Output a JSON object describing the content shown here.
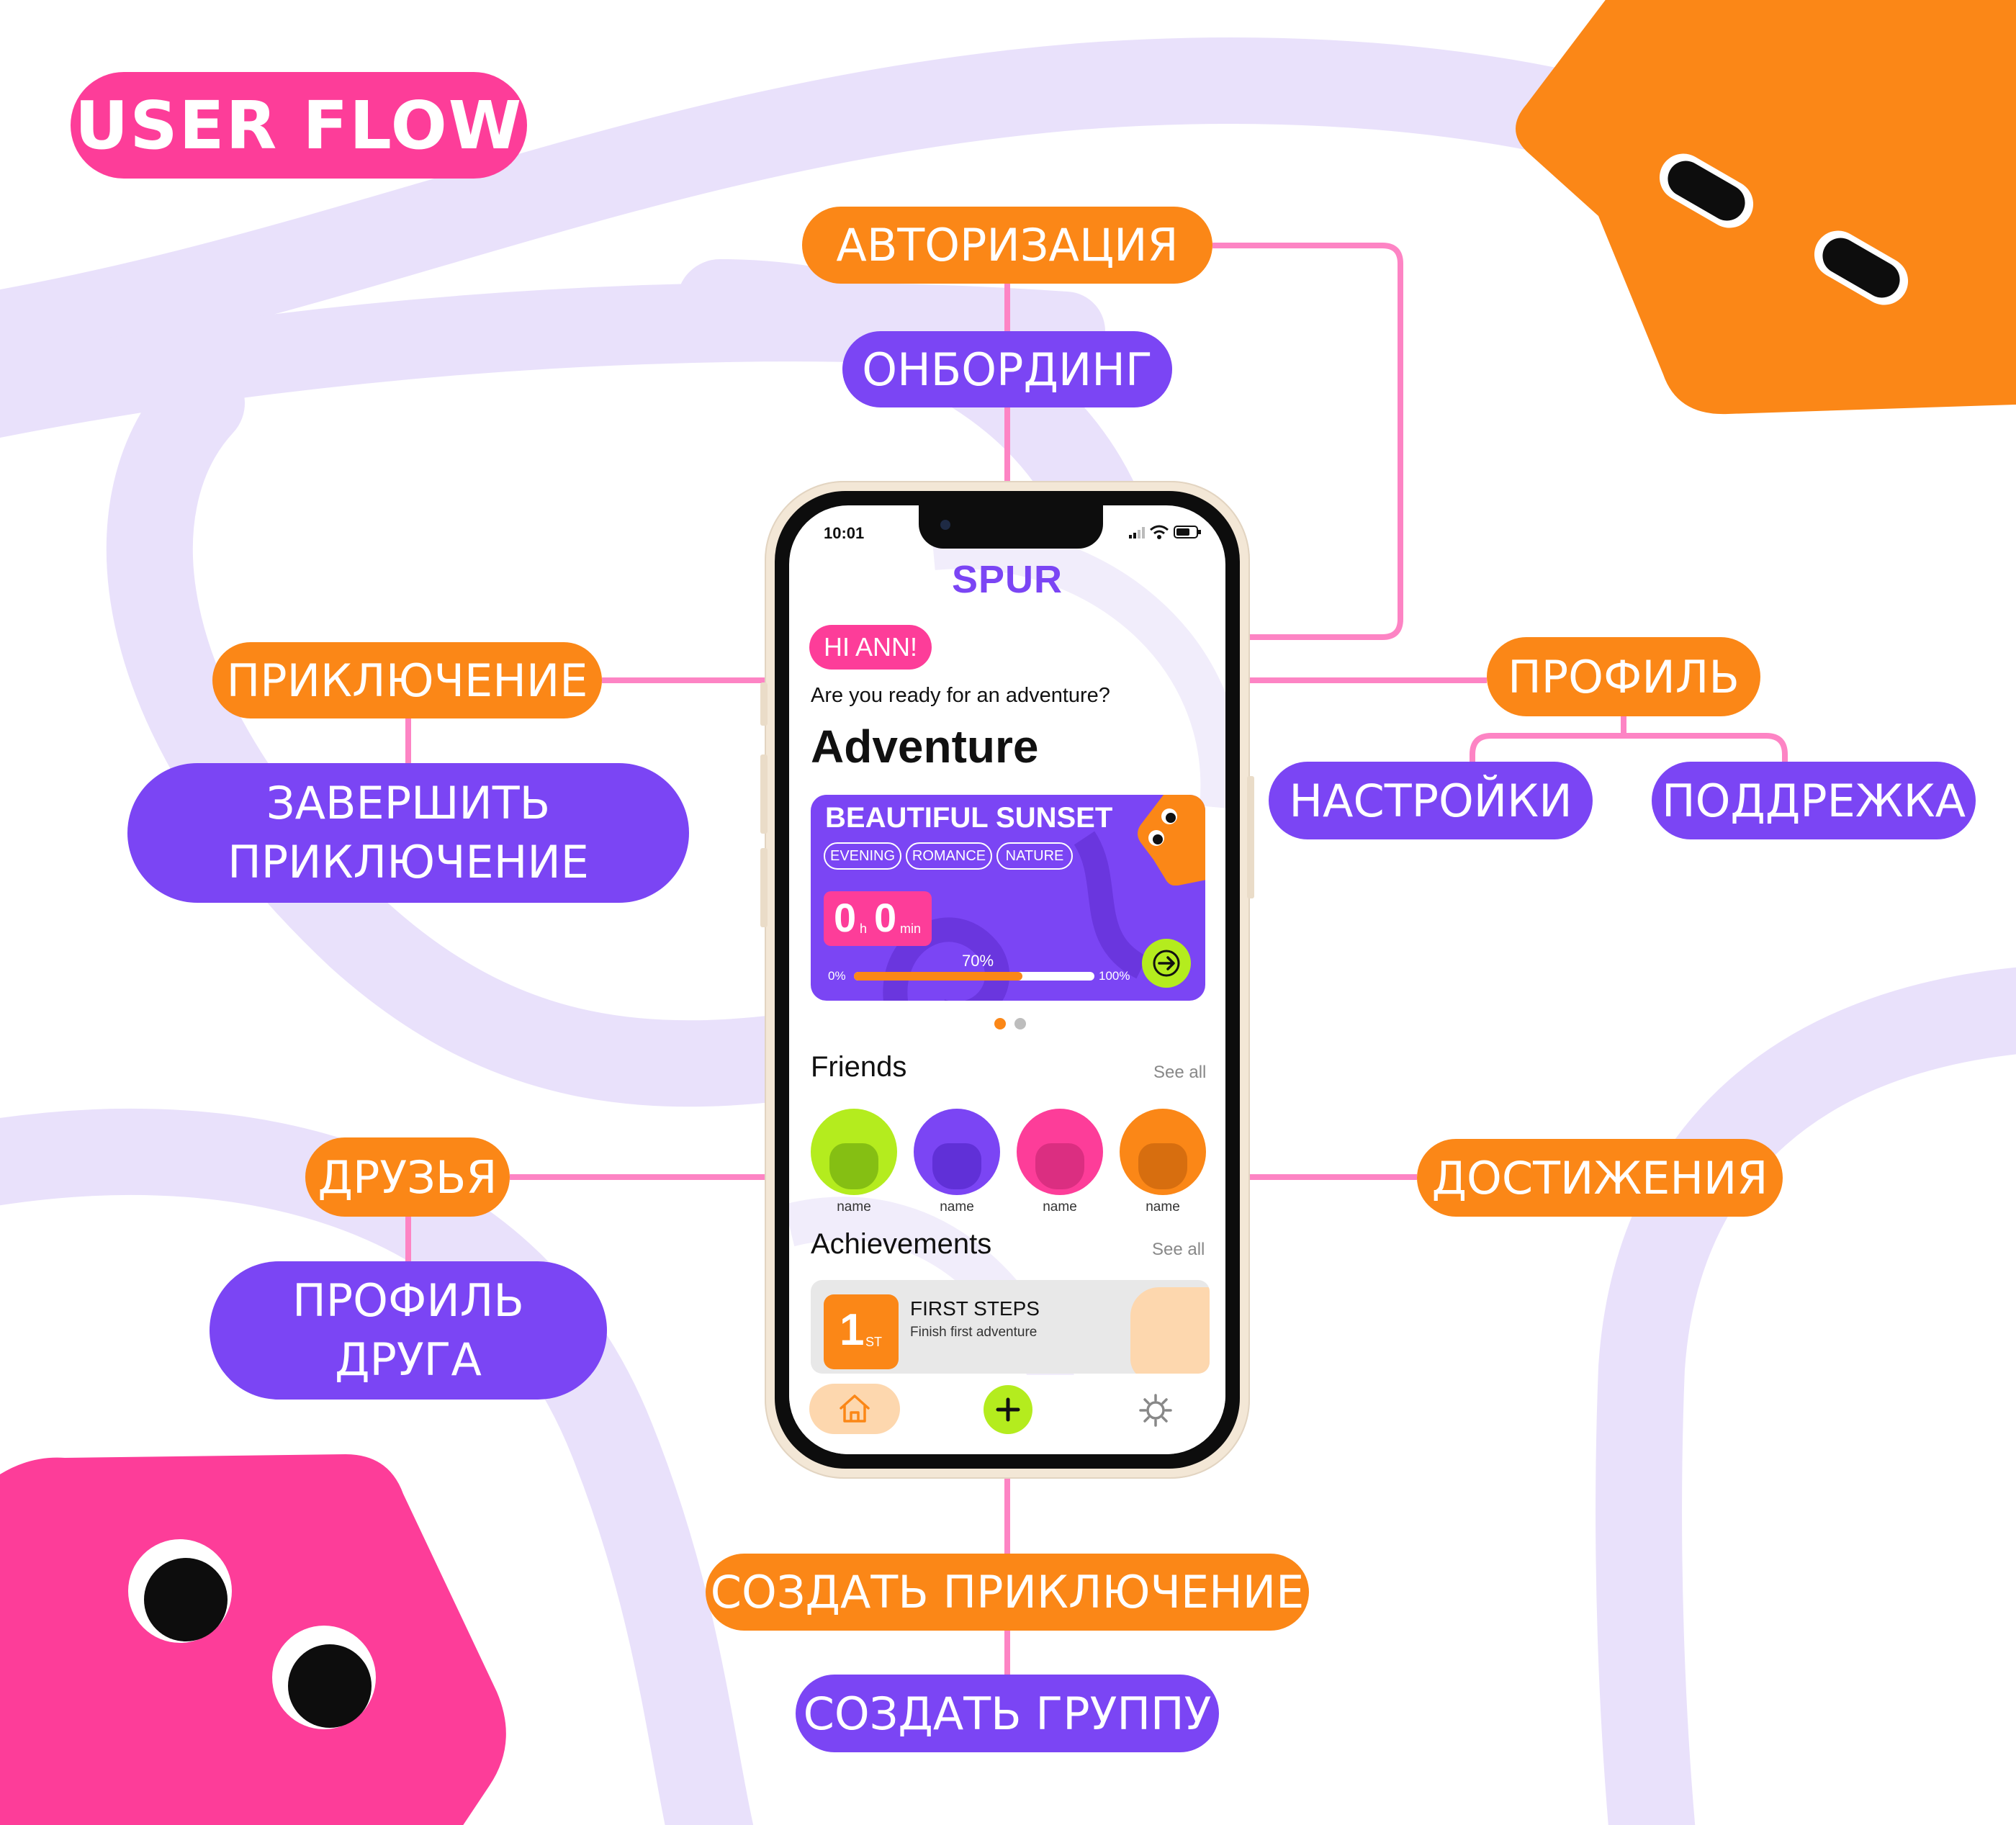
{
  "diagram": {
    "title": "USER FLOW",
    "nodes": {
      "authorization": "АВТОРИЗАЦИЯ",
      "onboarding": "ОНБОРДИНГ",
      "adventure": "ПРИКЛЮЧЕНИЕ",
      "finish_adventure": "ЗАВЕРШИТЬ\nПРИКЛЮЧЕНИЕ",
      "friends": "ДРУЗЬЯ",
      "friend_profile": "ПРОФИЛЬ\nДРУГА",
      "profile": "ПРОФИЛЬ",
      "settings": "НАСТРОЙКИ",
      "support": "ПОДДРЕЖКА",
      "achievements": "ДОСТИЖЕНИЯ",
      "create_adventure": "СОЗДАТЬ ПРИКЛЮЧЕНИЕ",
      "create_group": "СОЗДАТЬ ГРУППУ"
    },
    "colors": {
      "orange": "#fb8717",
      "purple": "#7b45f4",
      "pink": "#fd3d99",
      "connector": "#fd84c4",
      "background_band": "#e9e1fb",
      "lime": "#b4ec1e"
    }
  },
  "phone": {
    "status_time": "10:01",
    "app_name": "SPUR",
    "greeting": "HI ANN!",
    "question": "Are you ready for an adventure?",
    "section_adventure": "Adventure",
    "card": {
      "title": "BEAUTIFUL SUNSET",
      "tags": [
        "EVENING",
        "ROMANCE",
        "NATURE"
      ],
      "timer_hours": "0",
      "timer_h_unit": "h",
      "timer_minutes": "0",
      "timer_min_unit": "min",
      "progress": 0.7,
      "progress_label": "70%",
      "start_label": "0%",
      "end_label": "100%",
      "arrow_icon": "arrow-right-icon"
    },
    "pager_dots": 2,
    "friends_title": "Friends",
    "see_all": "See all",
    "friends": [
      {
        "name": "name",
        "color": "#b4ec1e"
      },
      {
        "name": "name",
        "color": "#7b45f4"
      },
      {
        "name": "name",
        "color": "#fd3d99"
      },
      {
        "name": "name",
        "color": "#fb8717"
      }
    ],
    "achievements_title": "Achievements",
    "achievement": {
      "rank": "1",
      "rank_suffix": "ST",
      "title": "FIRST STEPS",
      "subtitle": "Finish first adventure"
    },
    "nav": {
      "home_icon": "home-icon",
      "add_icon": "plus-icon",
      "settings_icon": "gear-icon"
    }
  }
}
